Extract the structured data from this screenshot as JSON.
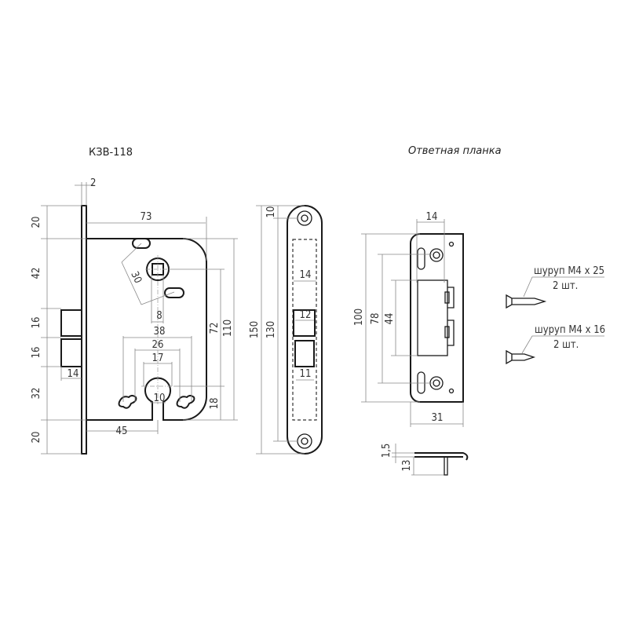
{
  "lock": {
    "title": "КЗВ-118",
    "dims": {
      "top_offset": "20",
      "upper": "42",
      "latch": "16",
      "deadbolt": "16",
      "lower": "32",
      "bottom_offset": "20",
      "plate_thickness": "2",
      "depth": "73",
      "slot_spacing": "30",
      "spindle": "8",
      "heart_outer": "38",
      "heart_inner": "26",
      "cylinder": "17",
      "cylinder_slot": "10",
      "backset": "45",
      "spindle_to_cyl": "72",
      "body_height": "110",
      "cyl_to_bottom": "18",
      "bolt_projection": "14"
    }
  },
  "faceplate": {
    "dims": {
      "height": "150",
      "screw_spacing": "130",
      "screw_offset": "10",
      "body_width": "14",
      "latch_width": "12",
      "bolt_width": "11"
    }
  },
  "strike": {
    "title": "Ответная планка",
    "dims": {
      "inner_width": "14",
      "height": "100",
      "screw_spacing": "78",
      "opening": "44",
      "width": "31",
      "thickness": "1,5",
      "depth": "13"
    }
  },
  "screws": [
    {
      "label": "шуруп М4 х 25",
      "qty": "2 шт."
    },
    {
      "label": "шуруп М4 х 16",
      "qty": "2 шт."
    }
  ]
}
